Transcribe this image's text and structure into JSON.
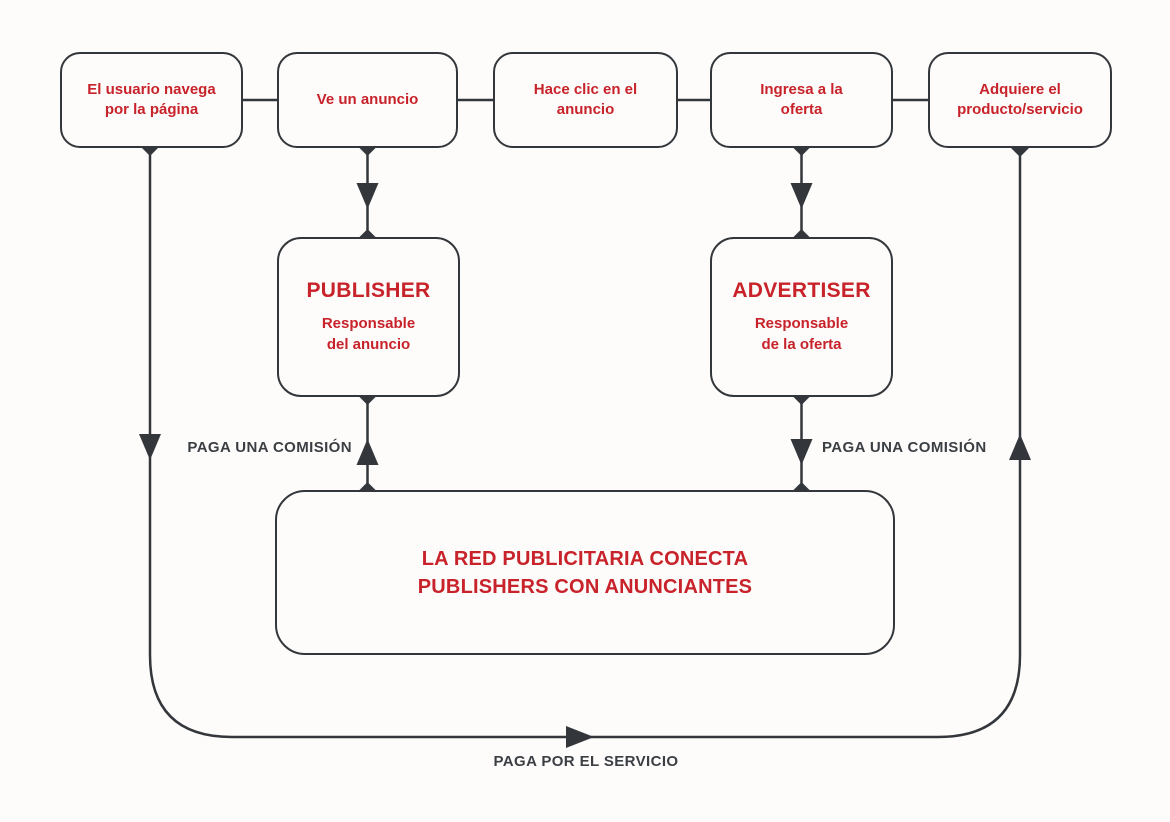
{
  "colors": {
    "accent_red": "#C8222A",
    "line_dark": "#33373B",
    "background": "#FDFCFB"
  },
  "flow_steps": [
    {
      "label": "El usuario navega por la página"
    },
    {
      "label": "Ve un anuncio"
    },
    {
      "label": "Hace clic en el anuncio"
    },
    {
      "label": "Ingresa a la oferta"
    },
    {
      "label": "Adquiere el producto/servicio"
    }
  ],
  "publisher": {
    "title": "PUBLISHER",
    "subtitle": "Responsable del anuncio"
  },
  "advertiser": {
    "title": "ADVERTISER",
    "subtitle": "Responsable de la oferta"
  },
  "network": {
    "title": "LA RED PUBLICITARIA CONECTA PUBLISHERS CON ANUNCIANTES"
  },
  "edge_labels": {
    "left_commission": "PAGA UNA COMISIÓN",
    "right_commission": "PAGA UNA COMISIÓN",
    "service": "PAGA POR EL SERVICIO"
  }
}
